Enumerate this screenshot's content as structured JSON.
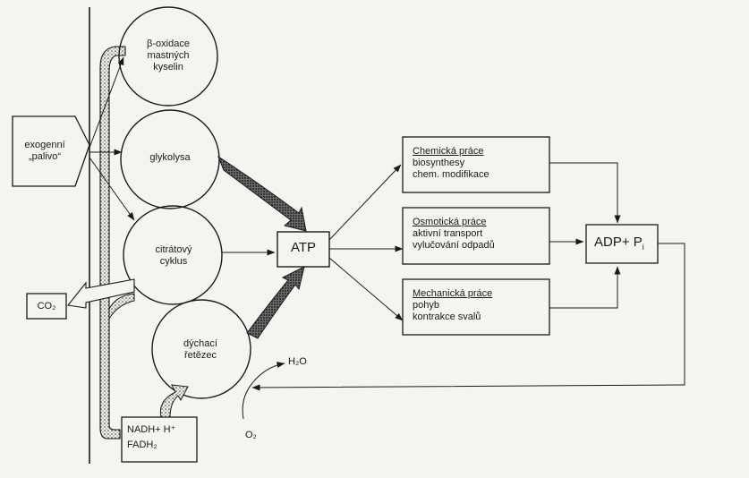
{
  "nodes": {
    "beta_oxidation": [
      "β-oxidace",
      "mastných",
      "kyselin"
    ],
    "glycolysis": "glykolysa",
    "citrate_cycle": [
      "citrátový",
      "cyklus"
    ],
    "respiratory_chain": [
      "dýchací",
      "řetězec"
    ],
    "exogenous_fuel": [
      "exogenní",
      "„palivo“"
    ],
    "co2": "CO₂",
    "nadh": [
      "NADH+ H⁺",
      "FADH₂"
    ],
    "atp": "ATP",
    "adp": "ADP+ P",
    "adp_sub": "i",
    "h2o": "H₂O",
    "o2": "O₂"
  },
  "work": {
    "chemical": {
      "title": "Chemická práce",
      "lines": [
        "biosynthesy",
        "chem. modifikace"
      ]
    },
    "osmotic": {
      "title": "Osmotická práce",
      "lines": [
        "aktivní transport",
        "vylučování odpadů"
      ]
    },
    "mechanical": {
      "title": "Mechanická práce",
      "lines": [
        "pohyb",
        "kontrakce svalů"
      ]
    }
  },
  "colors": {
    "ink": "#1a1a1a",
    "paper": "#f4f4f1",
    "stipple": "#8a8a86"
  }
}
